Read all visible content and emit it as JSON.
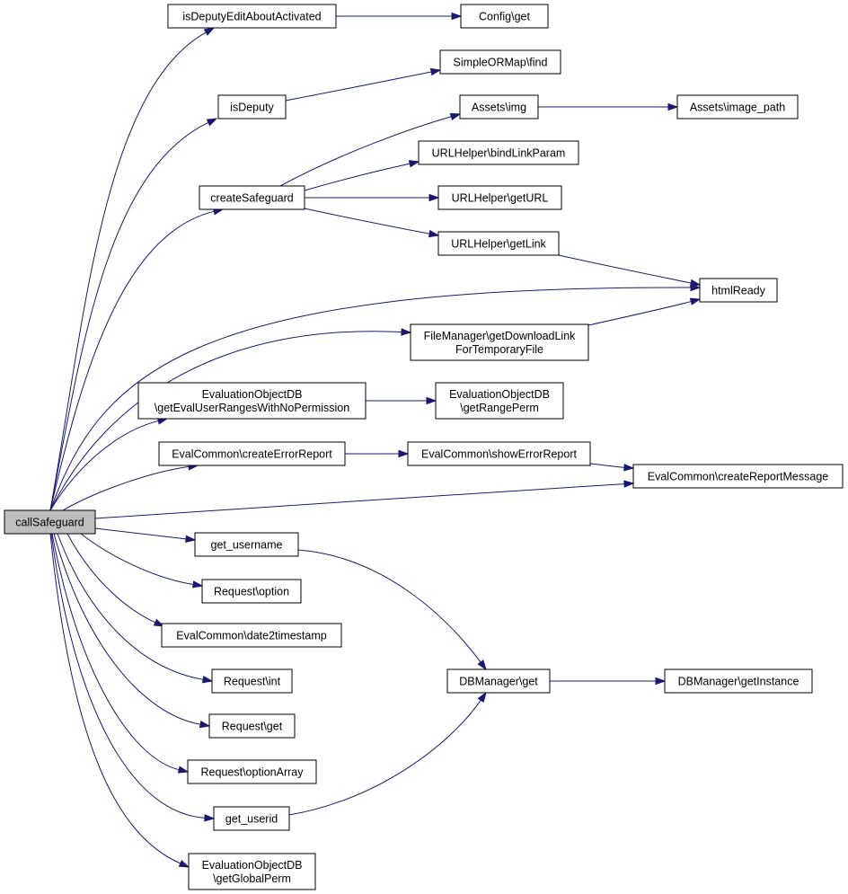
{
  "nodes": {
    "callSafeguard": [
      "callSafeguard"
    ],
    "isDeputyEditAboutActivated": [
      "isDeputyEditAboutActivated"
    ],
    "config_get": [
      "Config\\get"
    ],
    "isDeputy": [
      "isDeputy"
    ],
    "simpleormap_find": [
      "SimpleORMap\\find"
    ],
    "assets_img": [
      "Assets\\img"
    ],
    "assets_image_path": [
      "Assets\\image_path"
    ],
    "createSafeguard": [
      "createSafeguard"
    ],
    "urlhelper_bindlinkparam": [
      "URLHelper\\bindLinkParam"
    ],
    "urlhelper_geturl": [
      "URLHelper\\getURL"
    ],
    "urlhelper_getlink": [
      "URLHelper\\getLink"
    ],
    "htmlready": [
      "htmlReady"
    ],
    "filemanager_getdownloadlink": [
      "FileManager\\getDownloadLink",
      "ForTemporaryFile"
    ],
    "evalobjdb_getevaluserranges": [
      "EvaluationObjectDB",
      "\\getEvalUserRangesWithNoPermission"
    ],
    "evalobjdb_getrangeperm": [
      "EvaluationObjectDB",
      "\\getRangePerm"
    ],
    "evalcommon_createerrorreport": [
      "EvalCommon\\createErrorReport"
    ],
    "evalcommon_showerrorreport": [
      "EvalCommon\\showErrorReport"
    ],
    "evalcommon_createreportmessage": [
      "EvalCommon\\createReportMessage"
    ],
    "get_username": [
      "get_username"
    ],
    "request_option": [
      "Request\\option"
    ],
    "evalcommon_date2timestamp": [
      "EvalCommon\\date2timestamp"
    ],
    "dbmanager_get": [
      "DBManager\\get"
    ],
    "dbmanager_getinstance": [
      "DBManager\\getInstance"
    ],
    "request_int": [
      "Request\\int"
    ],
    "request_get": [
      "Request\\get"
    ],
    "request_optionarray": [
      "Request\\optionArray"
    ],
    "get_userid": [
      "get_userid"
    ],
    "evalobjdb_getglobalperm": [
      "EvaluationObjectDB",
      "\\getGlobalPerm"
    ]
  },
  "edges": [
    [
      "callSafeguard",
      "isDeputyEditAboutActivated"
    ],
    [
      "callSafeguard",
      "isDeputy"
    ],
    [
      "callSafeguard",
      "createSafeguard"
    ],
    [
      "callSafeguard",
      "htmlready"
    ],
    [
      "callSafeguard",
      "filemanager_getdownloadlink"
    ],
    [
      "callSafeguard",
      "evalobjdb_getevaluserranges"
    ],
    [
      "callSafeguard",
      "evalcommon_createerrorreport"
    ],
    [
      "callSafeguard",
      "evalcommon_createreportmessage"
    ],
    [
      "callSafeguard",
      "get_username"
    ],
    [
      "callSafeguard",
      "request_option"
    ],
    [
      "callSafeguard",
      "evalcommon_date2timestamp"
    ],
    [
      "callSafeguard",
      "request_int"
    ],
    [
      "callSafeguard",
      "request_get"
    ],
    [
      "callSafeguard",
      "request_optionarray"
    ],
    [
      "callSafeguard",
      "get_userid"
    ],
    [
      "callSafeguard",
      "evalobjdb_getglobalperm"
    ],
    [
      "isDeputyEditAboutActivated",
      "config_get"
    ],
    [
      "isDeputy",
      "simpleormap_find"
    ],
    [
      "createSafeguard",
      "assets_img"
    ],
    [
      "createSafeguard",
      "urlhelper_bindlinkparam"
    ],
    [
      "createSafeguard",
      "urlhelper_geturl"
    ],
    [
      "createSafeguard",
      "urlhelper_getlink"
    ],
    [
      "assets_img",
      "assets_image_path"
    ],
    [
      "urlhelper_getlink",
      "htmlready"
    ],
    [
      "filemanager_getdownloadlink",
      "htmlready"
    ],
    [
      "evalobjdb_getevaluserranges",
      "evalobjdb_getrangeperm"
    ],
    [
      "evalcommon_createerrorreport",
      "evalcommon_showerrorreport"
    ],
    [
      "evalcommon_showerrorreport",
      "evalcommon_createreportmessage"
    ],
    [
      "get_username",
      "dbmanager_get"
    ],
    [
      "get_userid",
      "dbmanager_get"
    ],
    [
      "dbmanager_get",
      "dbmanager_getinstance"
    ]
  ],
  "colors": {
    "edge": "#191970",
    "node_border": "#000000",
    "node_fill": "#ffffff",
    "root_fill": "#bfbfbf"
  }
}
